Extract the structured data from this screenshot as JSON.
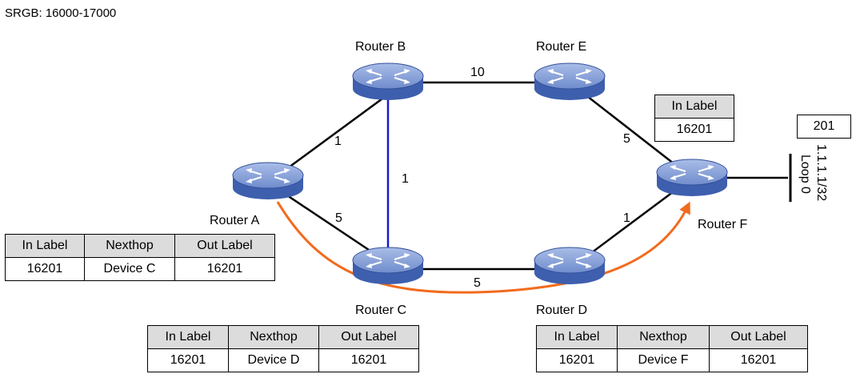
{
  "srgb": "SRGB: 16000-17000",
  "routers": {
    "a": "Router A",
    "b": "Router B",
    "c": "Router C",
    "d": "Router D",
    "e": "Router E",
    "f": "Router F"
  },
  "links": {
    "ab": "1",
    "ac": "5",
    "bc": "1",
    "be": "10",
    "cd": "5",
    "ef": "5",
    "df": "1"
  },
  "loopback": {
    "label": "201",
    "name": "Loop 0",
    "address": "1.1.1.1/32"
  },
  "tables": {
    "a": {
      "headers": [
        "In Label",
        "Nexthop",
        "Out Label"
      ],
      "row": [
        "16201",
        "Device C",
        "16201"
      ]
    },
    "c": {
      "headers": [
        "In Label",
        "Nexthop",
        "Out Label"
      ],
      "row": [
        "16201",
        "Device D",
        "16201"
      ]
    },
    "d": {
      "headers": [
        "In Label",
        "Nexthop",
        "Out Label"
      ],
      "row": [
        "16201",
        "Device F",
        "16201"
      ]
    },
    "f": {
      "headers": [
        "In Label"
      ],
      "row": [
        "16201"
      ]
    }
  },
  "colors": {
    "router_top": "#8fa6dc",
    "router_body": "#3e5fae",
    "link": "#000000",
    "highlight_link": "#1a1acc",
    "path": "#f26b1d",
    "table_header": "#dcdcdc"
  }
}
